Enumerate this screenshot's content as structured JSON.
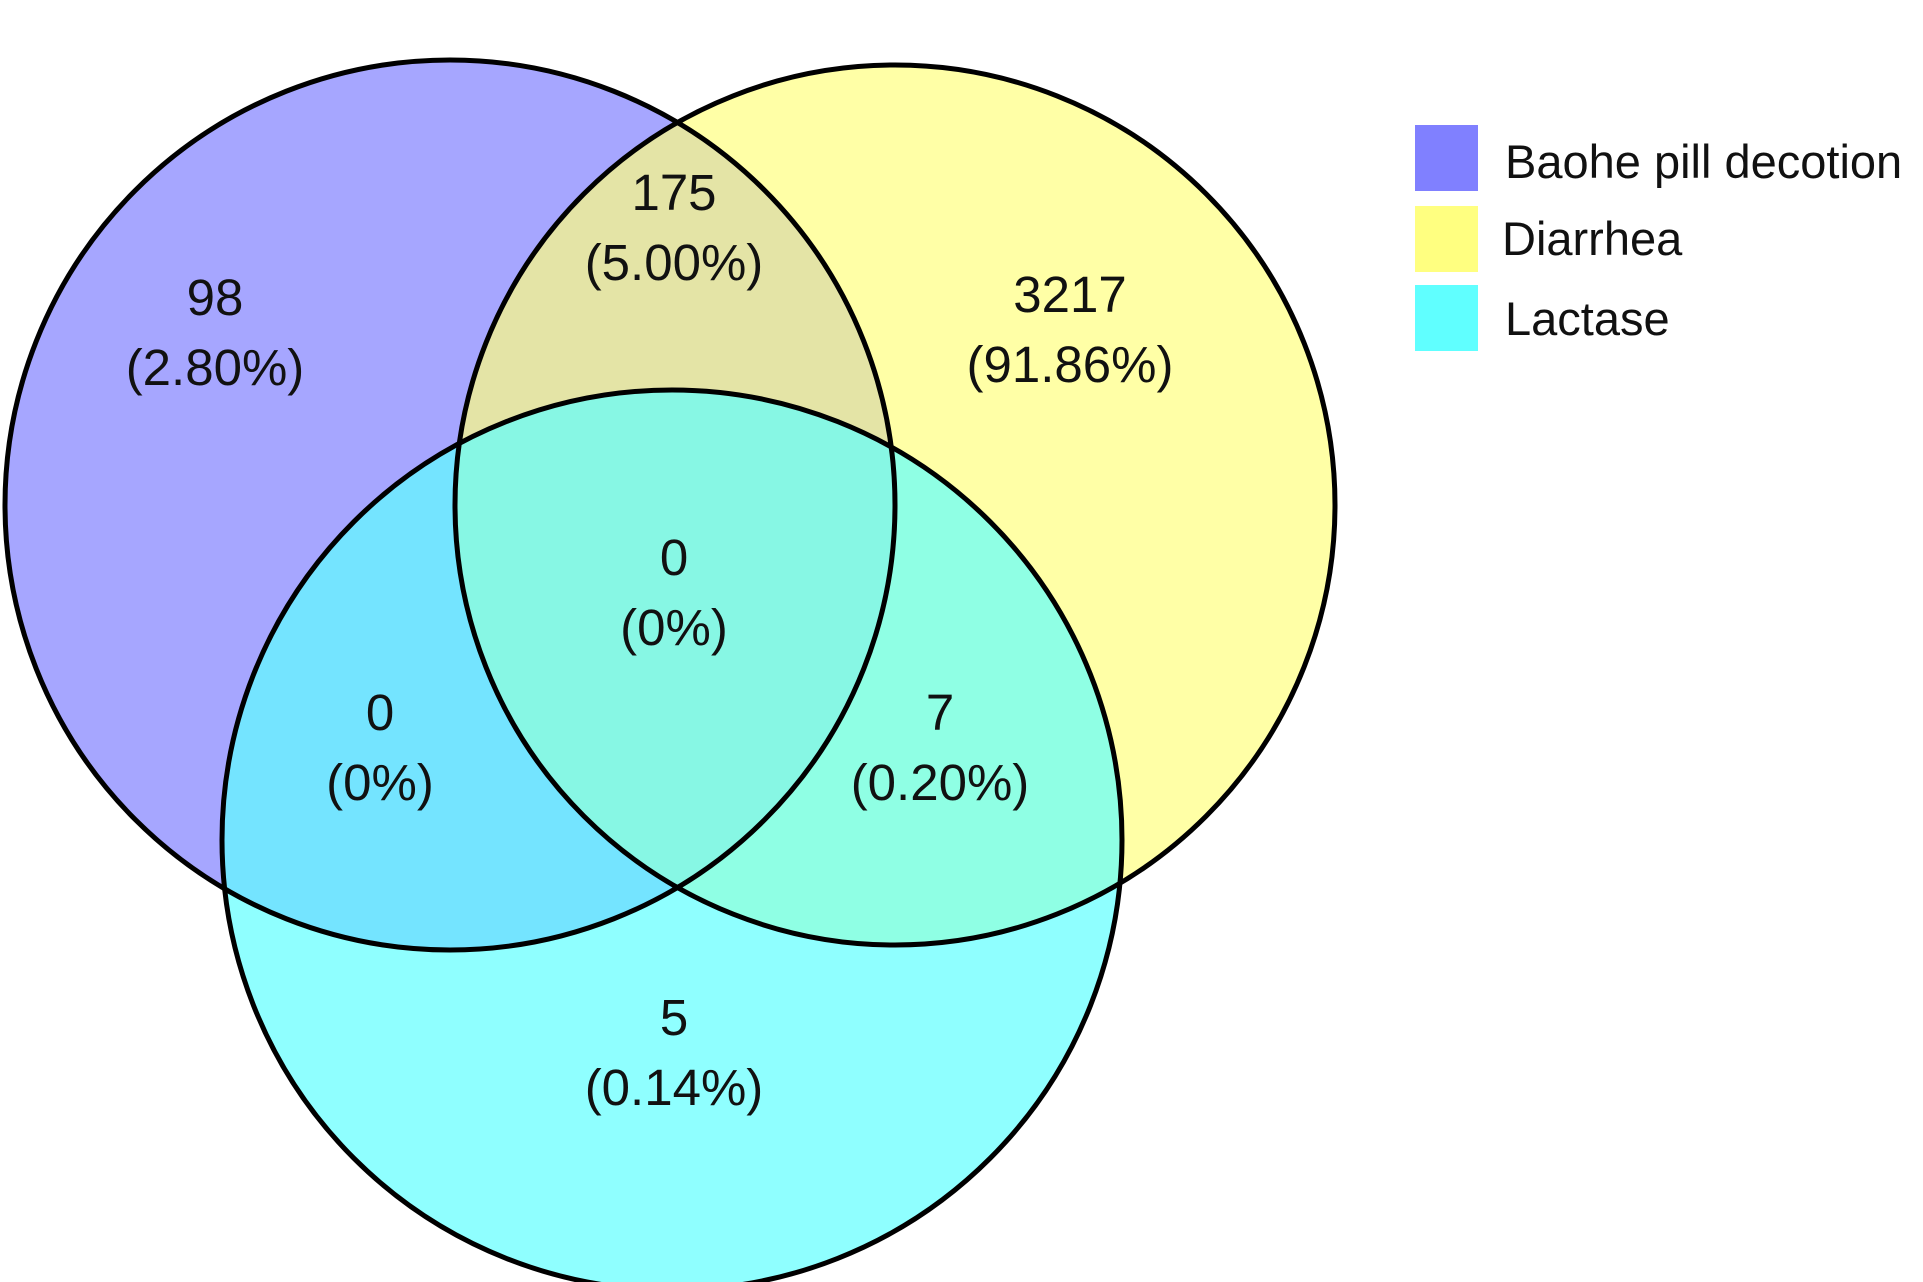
{
  "sets": [
    {
      "name": "Baohe pill decotion",
      "color": "#8080ff"
    },
    {
      "name": "Diarrhea",
      "color": "#ffff80"
    },
    {
      "name": "Lactase",
      "color": "#60ffff"
    }
  ],
  "regions": {
    "a_only": {
      "count": "98",
      "pct": "(2.80%)"
    },
    "ab": {
      "count": "175",
      "pct": "(5.00%)"
    },
    "b_only": {
      "count": "3217",
      "pct": "(91.86%)"
    },
    "abc": {
      "count": "0",
      "pct": "(0%)"
    },
    "ac": {
      "count": "0",
      "pct": "(0%)"
    },
    "bc": {
      "count": "7",
      "pct": "(0.20%)"
    },
    "c_only": {
      "count": "5",
      "pct": "(0.14%)"
    }
  },
  "outline_color": "#000000"
}
